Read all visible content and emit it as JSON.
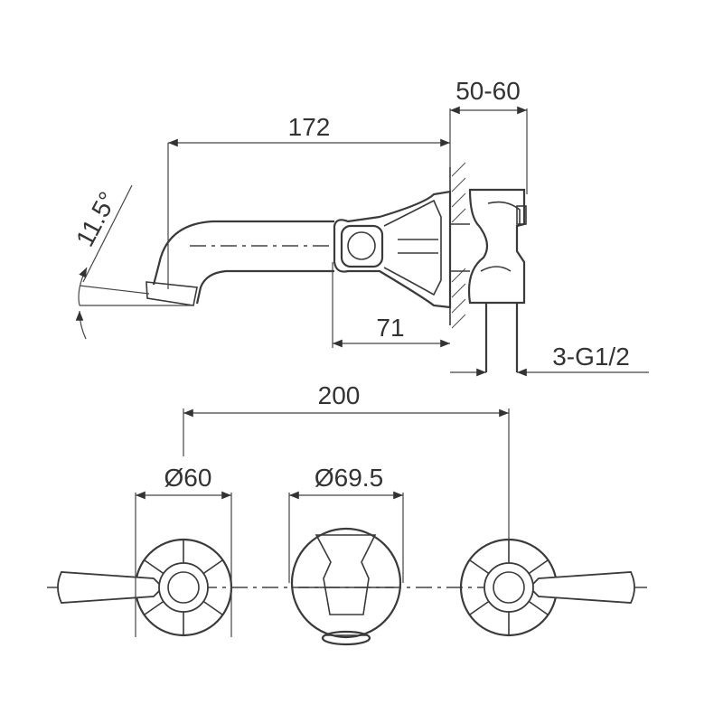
{
  "dimensions": {
    "spout_length": "172",
    "wall_depth": "50-60",
    "angle": "11.5°",
    "body_offset": "71",
    "connection": "3-G1/2",
    "handle_spacing": "200",
    "handle_rosette_diameter": "Ø60",
    "spout_rosette_diameter": "Ø69.5"
  },
  "colors": {
    "line": "#3a3a3a",
    "background": "#ffffff"
  }
}
